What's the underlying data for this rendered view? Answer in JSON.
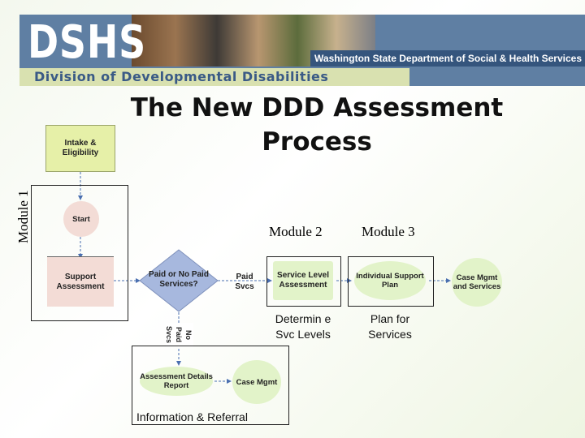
{
  "banner": {
    "logo": "DSHS",
    "agency": "Washington State Department of Social & Health Services",
    "division": "Division of Developmental Disabilities"
  },
  "title": {
    "line1": "The New DDD Assessment",
    "line2": "Process"
  },
  "modules": {
    "module1": "Module 1",
    "module2": "Module 2",
    "module3": "Module 3"
  },
  "nodes": {
    "intake": "Intake & Eligibility",
    "start": "Start",
    "support_assessment": "Support Assessment",
    "paid_decision": "Paid or No Paid Services?",
    "paid_svcs": "Paid Svcs",
    "no_paid_svcs": "No Paid Svcs",
    "service_level": "Service Level Assessment",
    "determine_levels": "Determin e Svc Levels",
    "isp": "Individual Support Plan",
    "plan_services": "Plan for Services",
    "case_mgmt_services": "Case Mgmt and Services",
    "assessment_details": "Assessment Details Report",
    "case_mgmt": "Case Mgmt",
    "info_referral": "Information & Referral"
  },
  "colors": {
    "banner_blue": "#5f7fa3",
    "yellow_box": "#e6f0a8",
    "pink_box": "#f3dcd6",
    "blue_box": "#c9d6ef",
    "green_ellipse": "#e2f3c9",
    "diamond": "#a7b8de"
  }
}
